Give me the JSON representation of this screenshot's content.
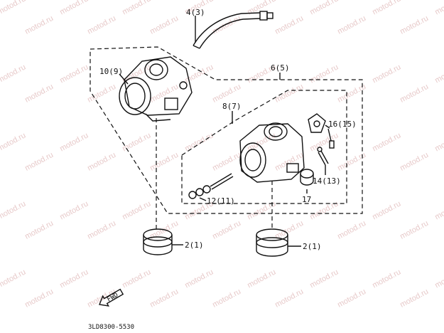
{
  "watermark": {
    "text": "motod.ru"
  },
  "labels": {
    "p4": "4(3)",
    "p10": "10(9)",
    "p6": "6(5)",
    "p8": "8(7)",
    "p16": "16(15)",
    "p14": "14(13)",
    "p12": "12(11)",
    "p17": "17",
    "p2a": "2(1)",
    "p2b": "2(1)"
  },
  "fwd": "FWD",
  "code": "3LD8300-5530",
  "colors": {
    "ink": "#111111",
    "watermark": "#e7c9c9"
  }
}
